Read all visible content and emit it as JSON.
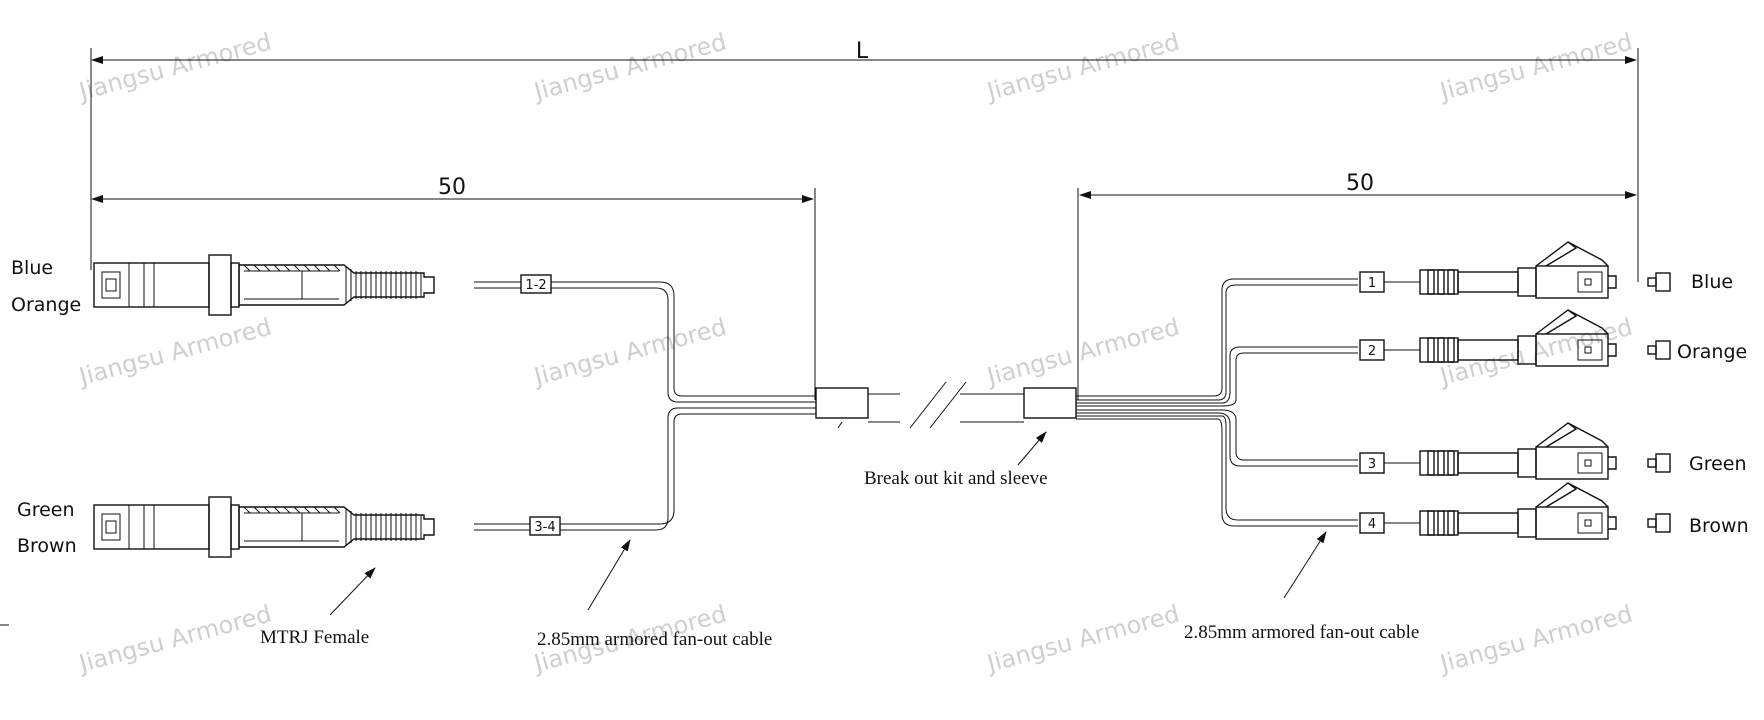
{
  "watermark": "Jiangsu Armored",
  "dimensions": {
    "total_length": "L",
    "left_leg": "50",
    "right_leg": "50"
  },
  "left_labels": {
    "top": [
      "Blue",
      "Orange"
    ],
    "bottom": [
      "Green",
      "Brown"
    ]
  },
  "left_tags": [
    "1-2",
    "3-4"
  ],
  "right_tags": [
    "1",
    "2",
    "3",
    "4"
  ],
  "right_labels": [
    "Blue",
    "Orange",
    "Green",
    "Brown"
  ],
  "callouts": {
    "mtrj": "MTRJ Female",
    "fanout_left": "2.85mm armored fan-out cable",
    "breakout": "Break out kit and sleeve",
    "fanout_right": "2.85mm armored fan-out cable"
  }
}
